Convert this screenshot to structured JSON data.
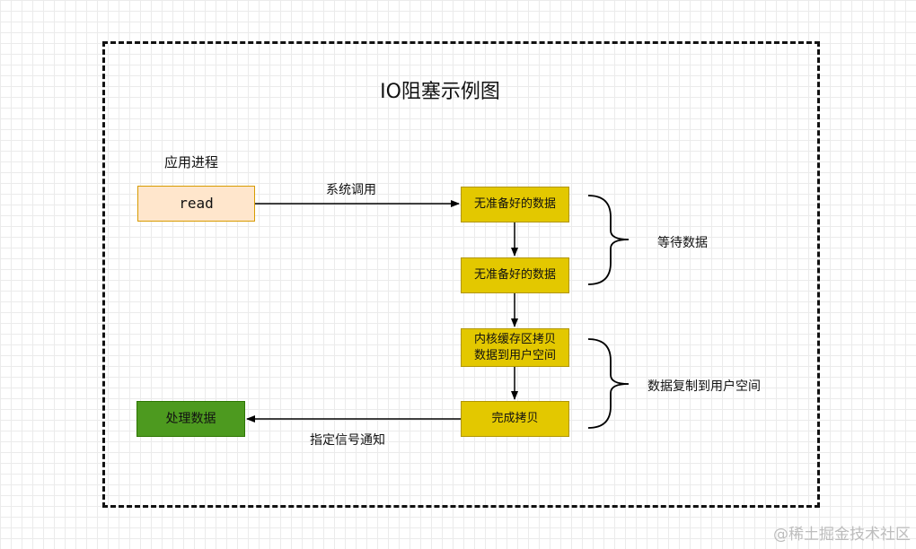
{
  "diagram": {
    "title": "IO阻塞示例图",
    "process_label": "应用进程",
    "read_box": "read",
    "syscall_label": "系统调用",
    "no_data_box_1": "无准备好的数据",
    "no_data_box_2": "无准备好的数据",
    "copy_box_line1": "内核缓存区拷贝",
    "copy_box_line2": "数据到用户空间",
    "done_box": "完成拷贝",
    "process_data_box": "处理数据",
    "signal_label": "指定信号通知",
    "wait_brace_label": "等待数据",
    "copy_brace_label": "数据复制到用户空间"
  },
  "watermark": "@稀土掘金技术社区",
  "colors": {
    "read_fill": "#ffe6cc",
    "read_border": "#d79b00",
    "yellow_fill": "#e3c800",
    "green_fill": "#4d9a1f"
  }
}
